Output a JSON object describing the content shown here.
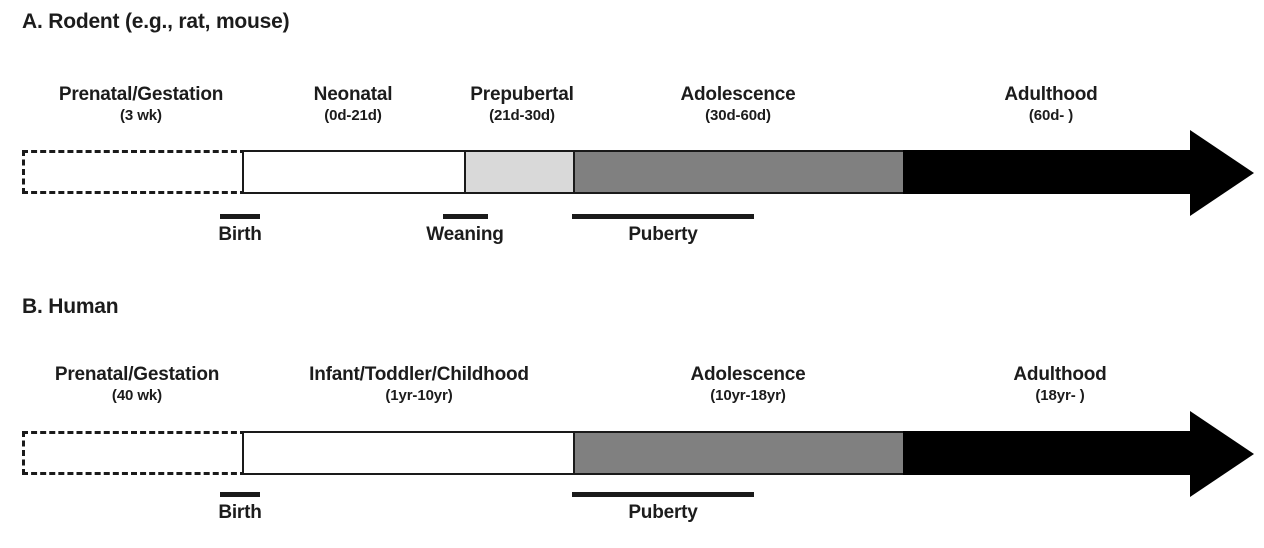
{
  "figure": {
    "panels": [
      {
        "id": "rodent",
        "heading": "A. Rodent (e.g., rat, mouse)",
        "stages": [
          {
            "name": "Prenatal/Gestation",
            "range": "(3 wk)",
            "fill": "dashed"
          },
          {
            "name": "Neonatal",
            "range": "(0d-21d)",
            "fill": "white"
          },
          {
            "name": "Prepubertal",
            "range": "(21d-30d)",
            "fill": "light-gray"
          },
          {
            "name": "Adolescence",
            "range": "(30d-60d)",
            "fill": "medium-gray"
          },
          {
            "name": "Adulthood",
            "range": "(60d-   )",
            "fill": "black"
          }
        ],
        "markers": [
          {
            "label": "Birth"
          },
          {
            "label": "Weaning"
          },
          {
            "label": "Puberty"
          }
        ]
      },
      {
        "id": "human",
        "heading": "B. Human",
        "stages": [
          {
            "name": "Prenatal/Gestation",
            "range": "(40 wk)",
            "fill": "dashed"
          },
          {
            "name": "Infant/Toddler/Childhood",
            "range": "(1yr-10yr)",
            "fill": "white"
          },
          {
            "name": "Adolescence",
            "range": "(10yr-18yr)",
            "fill": "medium-gray"
          },
          {
            "name": "Adulthood",
            "range": "(18yr-   )",
            "fill": "black"
          }
        ],
        "markers": [
          {
            "label": "Birth"
          },
          {
            "label": "Puberty"
          }
        ]
      }
    ],
    "colors": {
      "outline": "#1a1a1a",
      "white": "#ffffff",
      "light_gray": "#d9d9d9",
      "medium_gray": "#808080",
      "black": "#000000"
    }
  }
}
